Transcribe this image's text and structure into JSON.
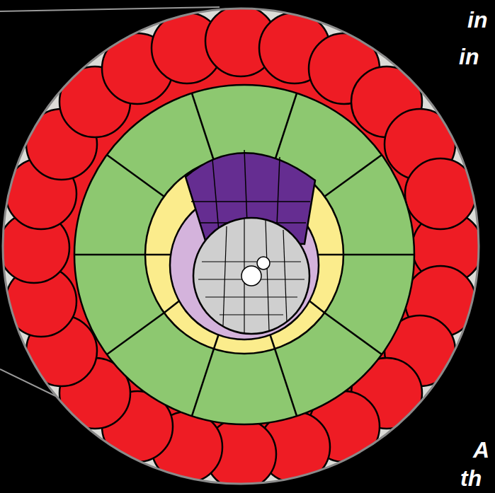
{
  "diagram": {
    "labels": [
      "in",
      "in",
      "A",
      "th"
    ]
  }
}
